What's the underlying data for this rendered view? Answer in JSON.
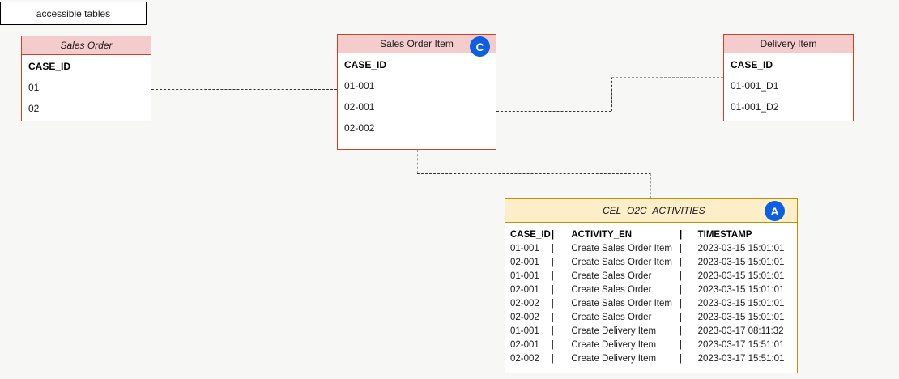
{
  "legend": {
    "label": "accessible tables"
  },
  "entities": [
    {
      "name": "sales-order",
      "title": "Sales Order",
      "column": "CASE_ID",
      "values": [
        "01",
        "02"
      ]
    },
    {
      "name": "sales-order-item",
      "title": "Sales Order Item",
      "column": "CASE_ID",
      "values": [
        "01-001",
        "02-001",
        "02-002"
      ],
      "badge": "C"
    },
    {
      "name": "delivery-item",
      "title": "Delivery Item",
      "column": "CASE_ID",
      "values": [
        "01-001_D1",
        "01-001_D2"
      ]
    }
  ],
  "activities": {
    "title": "_CEL_O2C_ACTIVITIES",
    "badge": "A",
    "headers": {
      "case_id": "CASE_ID",
      "sep1": "|",
      "activity": "ACTIVITY_EN",
      "sep2": "|",
      "timestamp": "TIMESTAMP"
    },
    "rows": [
      {
        "case_id": "01-001",
        "sep1": "|",
        "activity": "Create Sales Order Item",
        "sep2": "|",
        "timestamp": "2023-03-15 15:01:01"
      },
      {
        "case_id": "02-001",
        "sep1": "|",
        "activity": "Create Sales Order Item",
        "sep2": "|",
        "timestamp": "2023-03-15 15:01:01"
      },
      {
        "case_id": "01-001",
        "sep1": "|",
        "activity": "Create Sales Order",
        "sep2": "|",
        "timestamp": "2023-03-15 15:01:01"
      },
      {
        "case_id": "02-001",
        "sep1": "|",
        "activity": "Create Sales Order",
        "sep2": "|",
        "timestamp": "2023-03-15 15:01:01"
      },
      {
        "case_id": "02-002",
        "sep1": "|",
        "activity": "Create Sales Order Item",
        "sep2": "|",
        "timestamp": "2023-03-15 15:01:01"
      },
      {
        "case_id": "02-002",
        "sep1": "|",
        "activity": "Create Sales Order",
        "sep2": "|",
        "timestamp": "2023-03-15 15:01:01"
      },
      {
        "case_id": "01-001",
        "sep1": "|",
        "activity": "Create Delivery Item",
        "sep2": "|",
        "timestamp": "2023-03-17 08:11:32"
      },
      {
        "case_id": "02-001",
        "sep1": "|",
        "activity": "Create Delivery Item",
        "sep2": "|",
        "timestamp": "2023-03-17 15:51:01"
      },
      {
        "case_id": "02-002",
        "sep1": "|",
        "activity": "Create Delivery Item",
        "sep2": "|",
        "timestamp": "2023-03-17 15:51:01"
      }
    ]
  },
  "colors": {
    "entity_border": "#cc4125",
    "entity_header": "#f4cccc",
    "activity_border": "#bf9000",
    "activity_header": "#fdeeca",
    "badge": "#0b5fe0",
    "canvas": "#f7f8f5"
  }
}
